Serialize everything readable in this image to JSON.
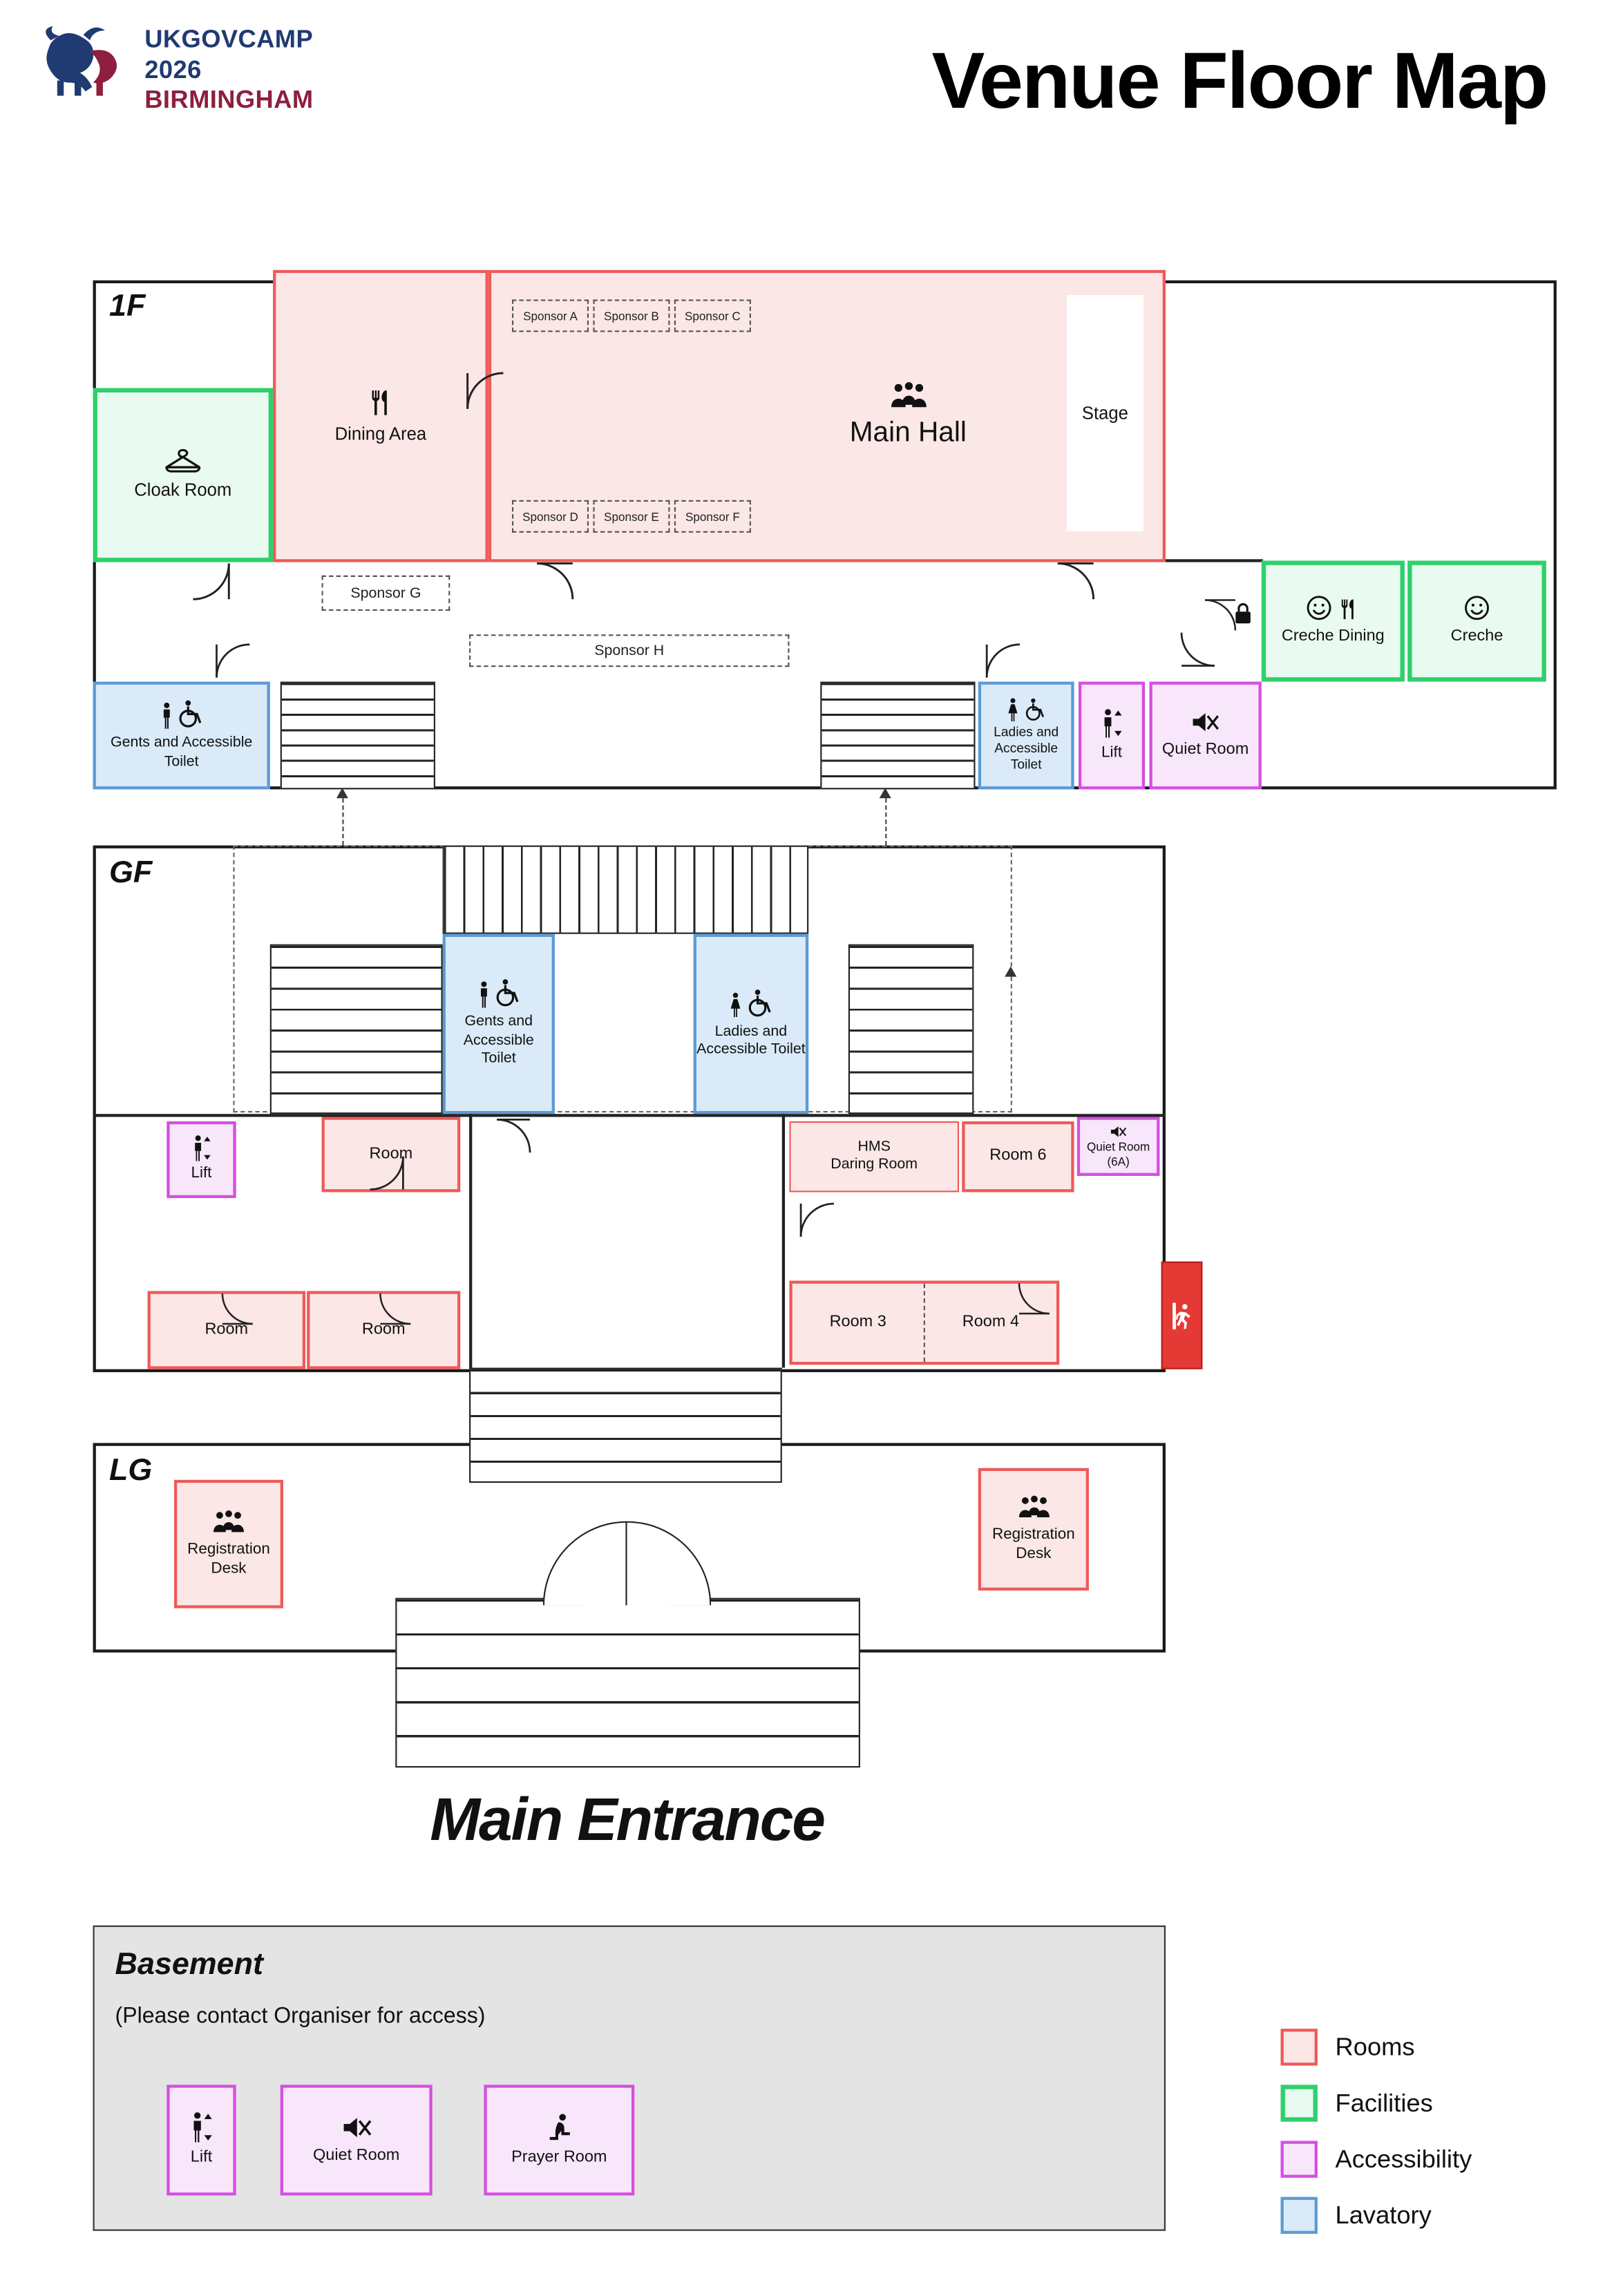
{
  "header": {
    "logo_line1": "UKGOVCAMP",
    "logo_line2": "2026",
    "logo_line3": "BIRMINGHAM",
    "title": "Venue Floor Map"
  },
  "floor_1f": {
    "name": "1F",
    "dining_area": "Dining Area",
    "main_hall": "Main Hall",
    "stage": "Stage",
    "cloak_room": "Cloak Room",
    "creche_dining": "Creche Dining",
    "creche": "Creche",
    "gents_toilet": "Gents and Accessible Toilet",
    "ladies_toilet": "Ladies and Accessible Toilet",
    "lift": "Lift",
    "quiet_room": "Quiet Room",
    "sponsors_top": [
      "Sponsor A",
      "Sponsor B",
      "Sponsor C"
    ],
    "sponsors_bottom": [
      "Sponsor D",
      "Sponsor E",
      "Sponsor F"
    ],
    "sponsor_g": "Sponsor G",
    "sponsor_h": "Sponsor H"
  },
  "floor_gf": {
    "name": "GF",
    "gents_toilet": "Gents and Accessible Toilet",
    "ladies_toilet": "Ladies and Accessible Toilet",
    "lift": "Lift",
    "room_top": "Room",
    "hms_daring_room": "HMS\nDaring Room",
    "room_6": "Room 6",
    "quiet_room_6a": "Quiet Room (6A)",
    "room_bottom_left_1": "Room",
    "room_bottom_left_2": "Room",
    "room_3": "Room 3",
    "room_4": "Room 4"
  },
  "floor_lg": {
    "name": "LG",
    "registration_desk_left": "Registration Desk",
    "registration_desk_right": "Registration Desk"
  },
  "main_entrance": "Main Entrance",
  "basement": {
    "name": "Basement",
    "note": "(Please contact Organiser for access)",
    "lift": "Lift",
    "quiet_room": "Quiet Room",
    "prayer_room": "Prayer Room"
  },
  "legend": [
    {
      "label": "Rooms"
    },
    {
      "label": "Facilities"
    },
    {
      "label": "Accessibility"
    },
    {
      "label": "Lavatory"
    }
  ],
  "colors": {
    "rooms_border": "#ee5a5a",
    "rooms_fill": "#fce7e7",
    "facilities_border": "#2fd06b",
    "facilities_fill": "#e9faf0",
    "accessibility_border": "#d44fe0",
    "accessibility_fill": "#f8e6fb",
    "lavatory_border": "#5b9bd5",
    "lavatory_fill": "#daeaf8",
    "exit": "#e53935",
    "logo_navy": "#203a72",
    "logo_red": "#8e1f3f"
  }
}
